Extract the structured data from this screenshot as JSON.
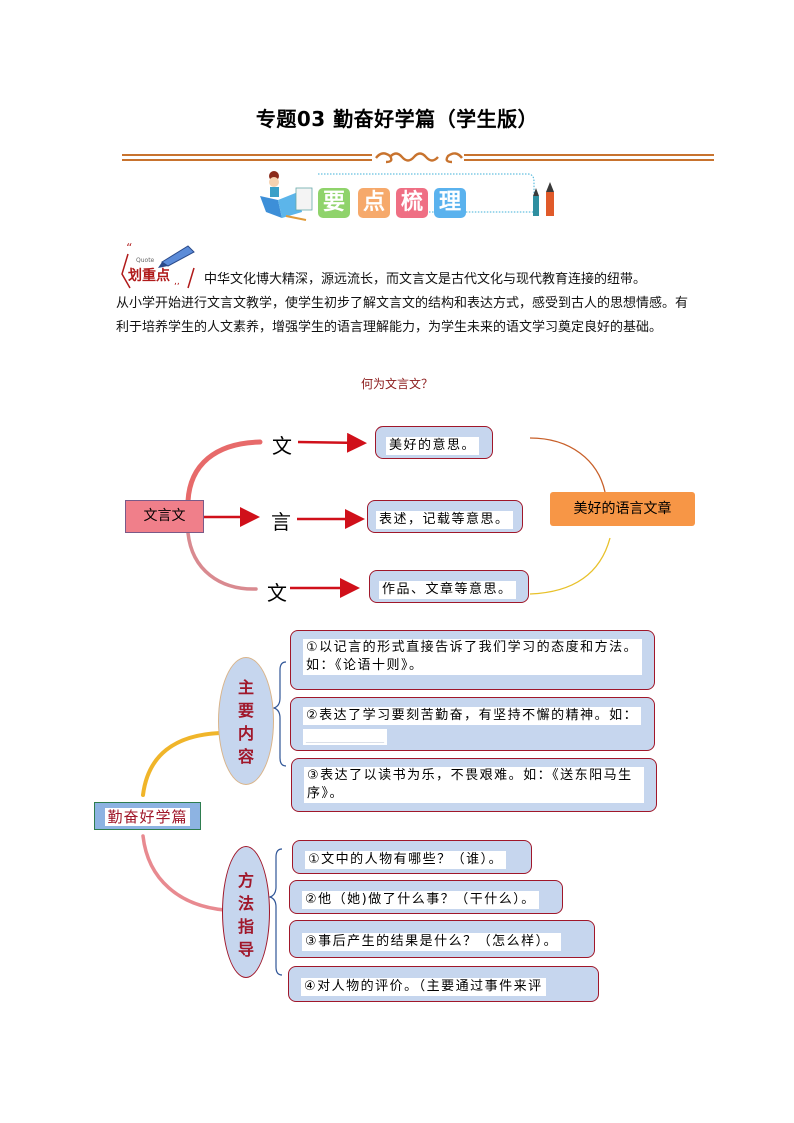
{
  "title": "专题03 勤奋好学篇（学生版）",
  "banner": {
    "tiles": [
      "要",
      "点",
      "梳",
      "理"
    ],
    "tile_colors": [
      "#8fd36b",
      "#f6a96b",
      "#ef6f84",
      "#5ab2ee"
    ]
  },
  "quote_badge": {
    "label": "划重点",
    "small_text": "Quote"
  },
  "intro_text": {
    "line1": "中华文化博大精深，源远流长，而文言文是古代文化与现代教育连接的纽带。",
    "rest": "从小学开始进行文言文教学，使学生初步了解文言文的结构和表达方式，感受到古人的思想情感。有利于培养学生的人文素养，增强学生的语言理解能力，为学生未来的语文学习奠定良好的基础。"
  },
  "diagram1": {
    "caption": "何为文言文？",
    "root": "文言文",
    "branches": [
      {
        "char": "文",
        "meaning": "美好的意思。"
      },
      {
        "char": "言",
        "meaning": "表述，记载等意思。"
      },
      {
        "char": "文",
        "meaning": "作品、文章等意思。"
      }
    ],
    "result": "美好的语言文章"
  },
  "diagram2": {
    "root": "勤奋好学篇",
    "groups": [
      {
        "label": [
          "主",
          "要",
          "内",
          "容"
        ],
        "items": [
          {
            "text": "①以记言的形式直接告诉了我们学习的态度和方法。如：《论语十则》。"
          },
          {
            "text": "②表达了学习要刻苦勤奋，有坚持不懈的精神。如：",
            "blank": "____________"
          },
          {
            "text": "③表达了以读书为乐，不畏艰难。如：《送东阳马生序》。"
          }
        ]
      },
      {
        "label": [
          "方",
          "法",
          "指",
          "导"
        ],
        "items": [
          {
            "text": "①文中的人物有哪些？（谁）。"
          },
          {
            "text": "②他（她)做了什么事？（干什么）。"
          },
          {
            "text": "③事后产生的结果是什么？（怎么样）。"
          },
          {
            "text": "④对人物的评价。（主要通过事件来评"
          }
        ]
      }
    ]
  },
  "colors": {
    "accent_orange": "#c8732e",
    "box_border": "#a0172a",
    "box_fill": "#c6d6ee",
    "arrow_red": "#d0101a"
  }
}
